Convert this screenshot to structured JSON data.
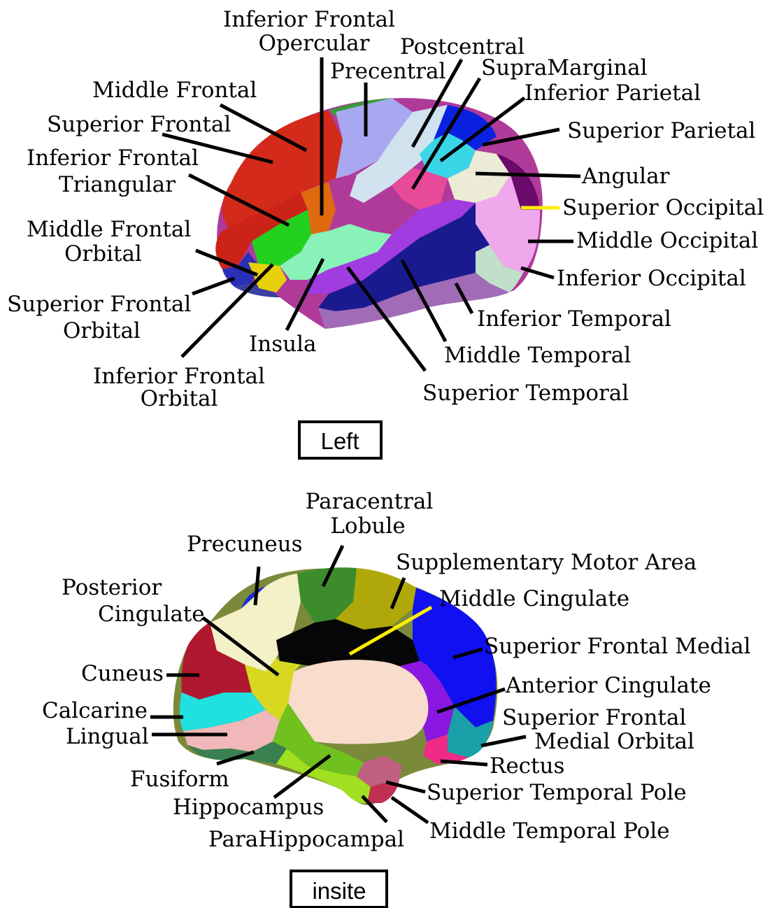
{
  "panels": {
    "left": {
      "badge": "Left",
      "labels": {
        "inferior_frontal_opercular": [
          "Inferior Frontal",
          "Opercular"
        ],
        "postcentral": "Postcentral",
        "precentral": "Precentral",
        "supramarginal": "SupraMarginal",
        "middle_frontal": "Middle Frontal",
        "inferior_parietal": "Inferior Parietal",
        "superior_frontal": "Superior Frontal",
        "superior_parietal": "Superior Parietal",
        "inferior_frontal_triangular": [
          "Inferior Frontal",
          "Triangular"
        ],
        "angular": "Angular",
        "superior_occipital": "Superior Occipital",
        "middle_frontal_orbital": [
          "Middle Frontal",
          "Orbital"
        ],
        "middle_occipital": "Middle Occipital",
        "inferior_occipital": "Inferior Occipital",
        "superior_frontal_orbital": [
          "Superior Frontal",
          "Orbital"
        ],
        "inferior_temporal": "Inferior Temporal",
        "insula": "Insula",
        "middle_temporal": "Middle Temporal",
        "inferior_frontal_orbital": [
          "Inferior Frontal",
          "Orbital"
        ],
        "superior_temporal": "Superior Temporal"
      },
      "region_colors": {
        "superior_frontal": "#d42a1c",
        "middle_frontal": "#cc2318",
        "inferior_frontal_opercular": "#e06a10",
        "inferior_frontal_triangular": "#22d11e",
        "middle_frontal_orbital": "#2a2fb8",
        "superior_frontal_orbital": "#3a3fa0",
        "inferior_frontal_orbital": "#e6d10a",
        "insula": "#88f2b8",
        "precentral": "#a8a8f0",
        "postcentral": "#cfe2ee",
        "supramarginal": "#e84a9a",
        "inferior_parietal": "#3ad6e8",
        "superior_parietal": "#0a22e0",
        "angular": "#ecebd6",
        "superior_occipital": "#6a0a6a",
        "middle_occipital": "#f0a8ec",
        "inferior_occipital": "#c0e0cc",
        "superior_temporal": "#a03ce0",
        "middle_temporal": "#1a1a90",
        "inferior_temporal": "#a06cb8",
        "green_top": "#3a9a3a"
      }
    },
    "insite": {
      "badge": "insite",
      "labels": {
        "paracentral_lobule": [
          "Paracentral",
          "Lobule"
        ],
        "precuneus": "Precuneus",
        "supplementary_motor_area": "Supplementary Motor Area",
        "posterior_cingulate": [
          "Posterior",
          "Cingulate"
        ],
        "middle_cingulate": "Middle Cingulate",
        "superior_frontal_medial": "Superior Frontal Medial",
        "cuneus": "Cuneus",
        "anterior_cingulate": "Anterior Cingulate",
        "calcarine": "Calcarine",
        "superior_frontal_medial_orbital": [
          "Superior Frontal",
          "Medial Orbital"
        ],
        "lingual": "Lingual",
        "rectus": "Rectus",
        "fusiform": "Fusiform",
        "superior_temporal_pole": "Superior Temporal Pole",
        "hippocampus": "Hippocampus",
        "middle_temporal_pole": "Middle Temporal Pole",
        "parahippocampal": "ParaHippocampal"
      },
      "region_colors": {
        "precuneus": "#f4f0c8",
        "paracentral_lobule": "#3c8c2c",
        "supplementary_motor_area": "#b0a80a",
        "middle_cingulate": "#060606",
        "superior_frontal_medial": "#1010f0",
        "anterior_cingulate": "#8a18e0",
        "superior_frontal_medial_orbital": "#1aa0a8",
        "rectus": "#f02a88",
        "cuneus": "#b01830",
        "calcarine": "#20e0e0",
        "lingual": "#f0b8b8",
        "fusiform": "#3a8050",
        "hippocampus": "#70c020",
        "parahippocampal": "#a0e020",
        "superior_temporal_pole": "#c06080",
        "middle_temporal_pole": "#c03050",
        "posterior_cingulate": "#d8d820",
        "corpus_callosum": "#f8dccc",
        "top_blue": "#1a2ad8"
      }
    }
  }
}
